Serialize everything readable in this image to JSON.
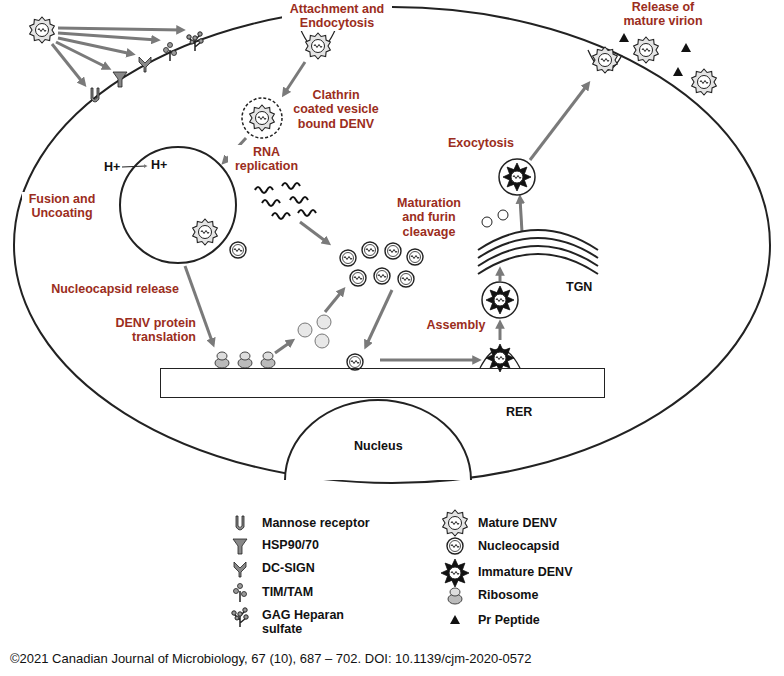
{
  "diagram": {
    "caption": "©2021 Canadian Journal of Microbiology, 67 (10), 687 – 702. DOI: 10.1139/cjm-2020-0572",
    "nodes": [
      {
        "text": [
          "RER"
        ]
      },
      {
        "text": [
          "Nucleus"
        ]
      }
    ],
    "labels": [
      "Attachment and Endocytosis",
      "Release of mature virion",
      "Clathrin coated vesicle bound DENV",
      "RNA replication",
      "Exocytosis",
      "H+",
      "H+",
      "Fusion and Uncoating",
      "Maturation and furin cleavage",
      "Nucleocapsid release",
      "TGN",
      "Assembly",
      "DENV protein translation"
    ],
    "legend": [
      {
        "text": "Mannose receptor"
      },
      {
        "text": "HSP90/70"
      },
      {
        "text": "DC-SIGN"
      },
      {
        "text": "TIM/TAM"
      },
      {
        "text": "GAG Heparan sulfate"
      },
      {
        "text": "Mature DENV"
      },
      {
        "text": "Nucleocapsid"
      },
      {
        "text": "Immature DENV"
      },
      {
        "text": "Ribosome"
      },
      {
        "text": "Pr Peptide"
      }
    ]
  }
}
